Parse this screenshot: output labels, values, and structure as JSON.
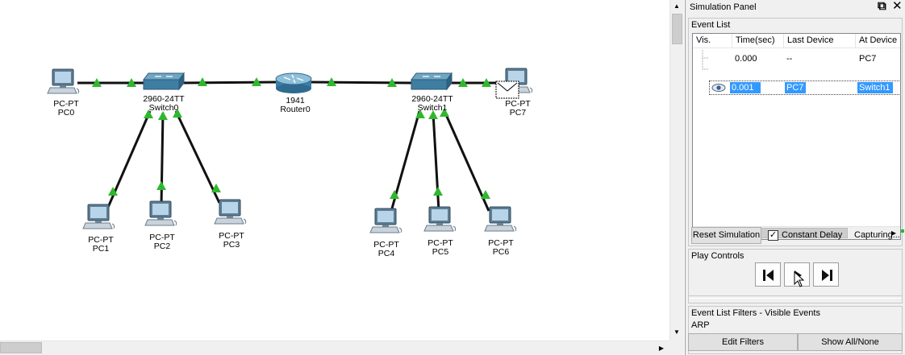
{
  "workspace": {
    "devices": [
      {
        "id": "pc0",
        "type": "PC-PT",
        "name": "PC0"
      },
      {
        "id": "pc1",
        "type": "PC-PT",
        "name": "PC1"
      },
      {
        "id": "pc2",
        "type": "PC-PT",
        "name": "PC2"
      },
      {
        "id": "pc3",
        "type": "PC-PT",
        "name": "PC3"
      },
      {
        "id": "switch0",
        "type": "2960-24TT",
        "name": "Switch0"
      },
      {
        "id": "router0",
        "type": "1941",
        "name": "Router0"
      },
      {
        "id": "switch1",
        "type": "2960-24TT",
        "name": "Switch1"
      },
      {
        "id": "pc4",
        "type": "PC-PT",
        "name": "PC4"
      },
      {
        "id": "pc5",
        "type": "PC-PT",
        "name": "PC5"
      },
      {
        "id": "pc6",
        "type": "PC-PT",
        "name": "PC6"
      },
      {
        "id": "pc7",
        "type": "PC-PT",
        "name": "PC7"
      }
    ],
    "link_status_color": "#2eb82e",
    "cable_color": "#111111",
    "pdu_icon": "envelope-icon"
  },
  "panel": {
    "title": "Simulation Panel",
    "restore_icon": "restore-window-icon",
    "close_icon": "close-icon",
    "event_list": {
      "title": "Event List",
      "columns": [
        "Vis.",
        "Time(sec)",
        "Last Device",
        "At Device"
      ],
      "rows": [
        {
          "vis": "",
          "time": "0.000",
          "last_device": "--",
          "at_device": "PC7",
          "selected": false
        },
        {
          "vis": "eye-icon",
          "time": "0.001",
          "last_device": "PC7",
          "at_device": "Switch1",
          "selected": true
        }
      ],
      "selection_color": "#3399ff"
    },
    "reset_label": "Reset Simulation",
    "constant_delay_label": "Constant Delay",
    "constant_delay_checked": true,
    "capturing_label": "Capturing...",
    "play_controls": {
      "title": "Play Controls",
      "back_icon": "step-back-icon",
      "play_icon": "play-icon",
      "forward_icon": "step-forward-icon"
    },
    "filters": {
      "title": "Event List Filters - Visible Events",
      "value": "ARP",
      "edit_label": "Edit Filters",
      "show_all_label": "Show All/None"
    }
  }
}
